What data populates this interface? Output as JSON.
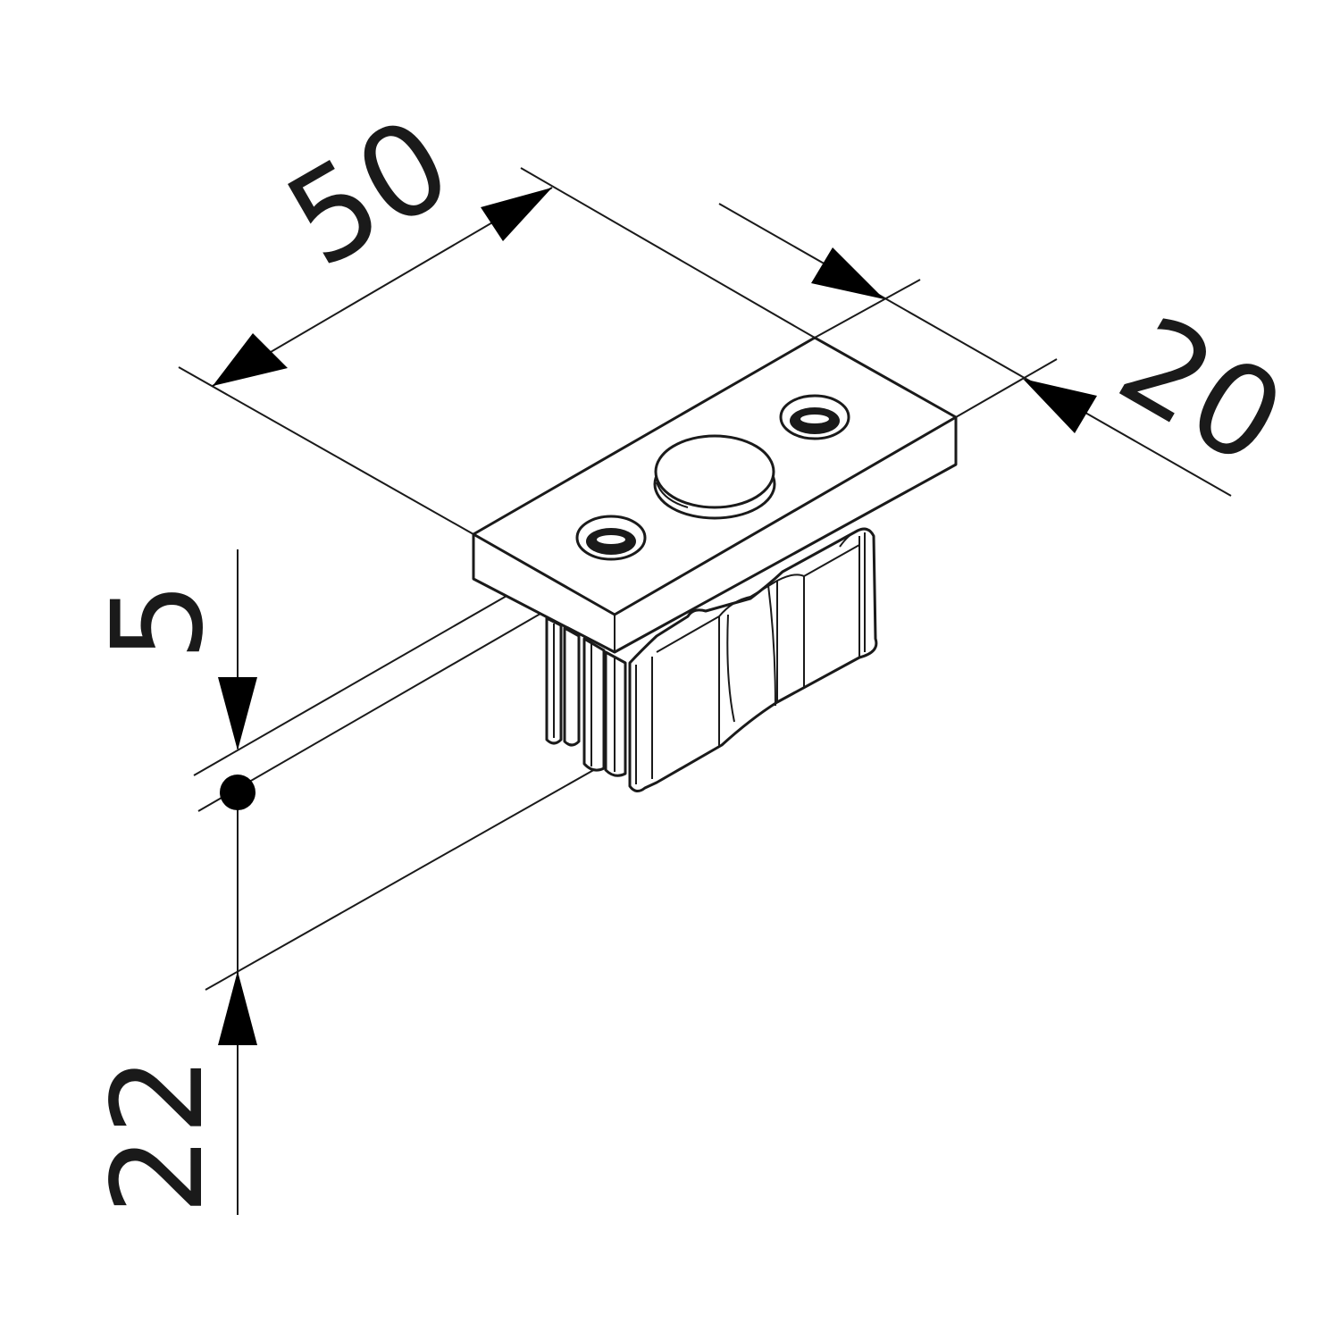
{
  "dimensions": {
    "length": "50",
    "width": "20",
    "plate_thickness": "5",
    "insert_depth": "22"
  },
  "colors": {
    "line": "#1a1a1a",
    "arrow": "#000000",
    "background": "#ffffff"
  }
}
